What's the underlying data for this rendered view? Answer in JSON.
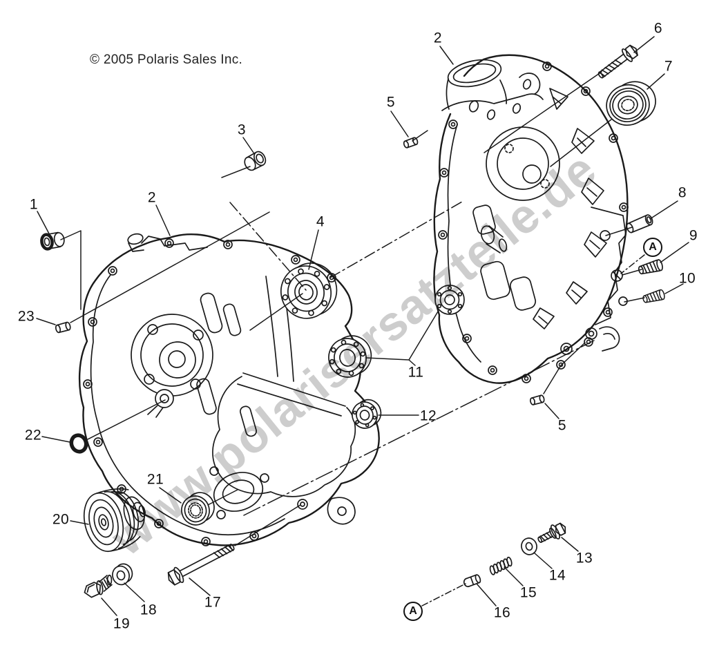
{
  "meta": {
    "description": "Exploded line-art parts diagram of a crankcase assembly with numbered callouts"
  },
  "copyright": "© 2005 Polaris Sales Inc.",
  "watermark": "www.polarisersatzteile.de",
  "colors": {
    "background": "#ffffff",
    "line": "#1a1a1a",
    "watermark_gray": "#c4c4c4"
  },
  "callouts": {
    "1": "1",
    "2_left": "2",
    "2_right": "2",
    "3": "3",
    "4": "4",
    "5_top": "5",
    "5_bottom": "5",
    "6": "6",
    "7": "7",
    "8": "8",
    "9": "9",
    "10": "10",
    "11": "11",
    "12": "12",
    "13": "13",
    "14": "14",
    "15": "15",
    "16": "16",
    "17": "17",
    "18": "18",
    "19": "19",
    "20": "20",
    "21": "21",
    "22": "22",
    "23": "23"
  },
  "reference_markers": {
    "a1": "A",
    "a2": "A"
  }
}
